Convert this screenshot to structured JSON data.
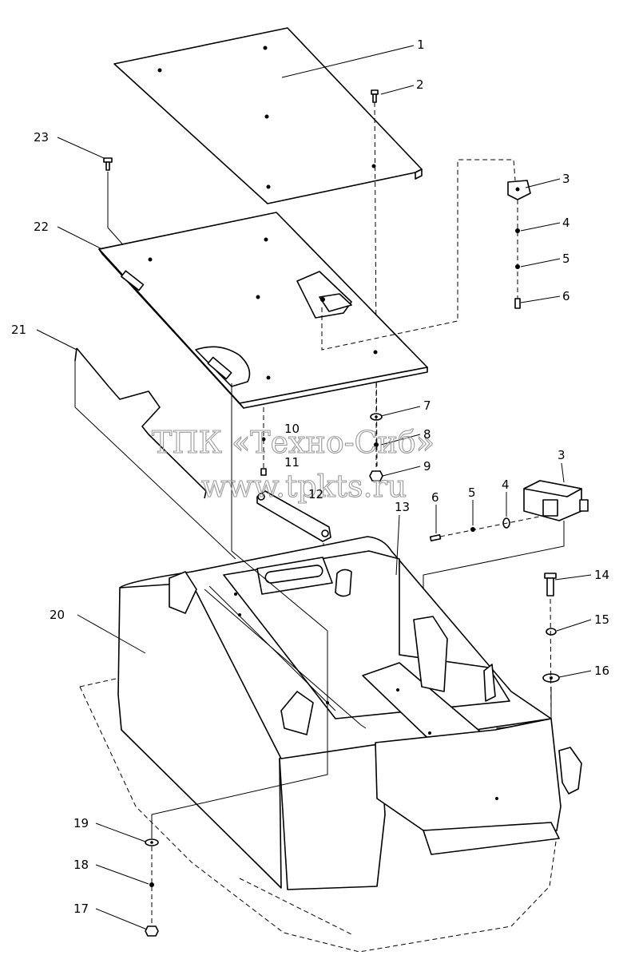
{
  "callouts": [
    "1",
    "2",
    "3",
    "4",
    "5",
    "6",
    "7",
    "8",
    "9",
    "10",
    "11",
    "12",
    "13",
    "14",
    "15",
    "16",
    "17",
    "18",
    "19",
    "20",
    "21",
    "22",
    "23",
    "3",
    "4",
    "5",
    "6"
  ],
  "watermark": {
    "company": "ТПК «Техно-Сиб»",
    "url": "www.tpkts.ru"
  }
}
